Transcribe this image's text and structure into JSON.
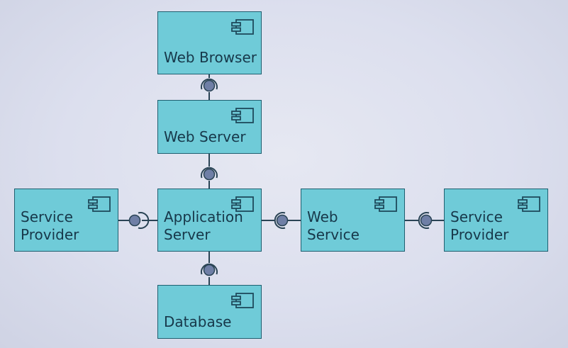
{
  "diagram": {
    "components": {
      "web_browser": "Web Browser",
      "web_server": "Web Server",
      "application_server": "Application\nServer",
      "database": "Database",
      "service_provider_left": "Service\nProvider",
      "web_service": "Web\nService",
      "service_provider_right": "Service\nProvider"
    },
    "colors": {
      "component_fill": "#6fcbd8",
      "component_border": "#1f5f70",
      "interface_ball": "#6f7fa6",
      "connector_line": "#2a4455"
    },
    "icons": {
      "component": "uml-component-icon",
      "interface": "ball-and-socket-interface-icon"
    }
  }
}
